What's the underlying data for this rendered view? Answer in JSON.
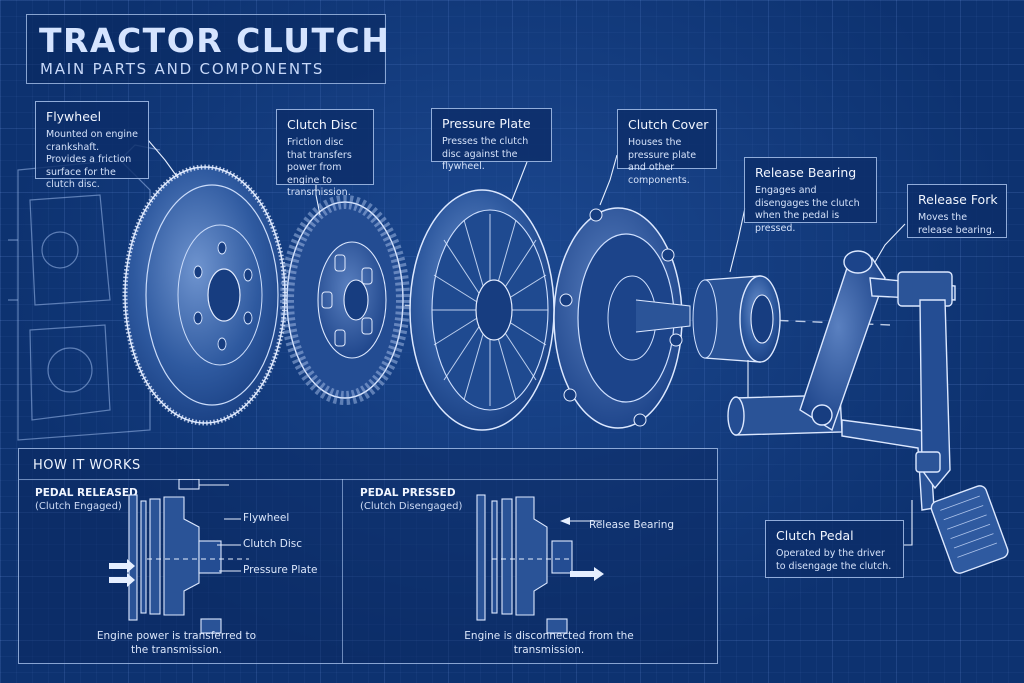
{
  "header": {
    "title": "TRACTOR CLUTCH",
    "subtitle": "MAIN PARTS AND COMPONENTS"
  },
  "parts": [
    {
      "id": "flywheel",
      "name": "Flywheel",
      "description": "Mounted on engine crankshaft. Provides a friction surface for the clutch disc."
    },
    {
      "id": "clutch-disc",
      "name": "Clutch Disc",
      "description": "Friction disc that transfers power from engine to transmission."
    },
    {
      "id": "pressure-plate",
      "name": "Pressure Plate",
      "description": "Presses the clutch disc against the flywheel."
    },
    {
      "id": "clutch-cover",
      "name": "Clutch Cover",
      "description": "Houses the pressure plate and other components."
    },
    {
      "id": "release-bearing",
      "name": "Release Bearing",
      "description": "Engages and disengages the clutch when the pedal is pressed."
    },
    {
      "id": "release-fork",
      "name": "Release Fork",
      "description": "Moves the release bearing."
    },
    {
      "id": "clutch-pedal",
      "name": "Clutch Pedal",
      "description": "Operated by the driver to disengage the clutch."
    }
  ],
  "how_it_works": {
    "title": "HOW IT WORKS",
    "released": {
      "title": "PEDAL RELEASED",
      "subtitle": "(Clutch Engaged)",
      "labels": [
        "Flywheel",
        "Clutch Disc",
        "Pressure Plate"
      ],
      "caption": "Engine power is transferred to the transmission."
    },
    "pressed": {
      "title": "PEDAL PRESSED",
      "subtitle": "(Clutch Disengaged)",
      "labels": [
        "Release Bearing"
      ],
      "caption": "Engine is disconnected from the transmission."
    }
  },
  "colors": {
    "background": "#0d3270",
    "line": "#cfe0ff",
    "accent": "#eaf2ff"
  }
}
